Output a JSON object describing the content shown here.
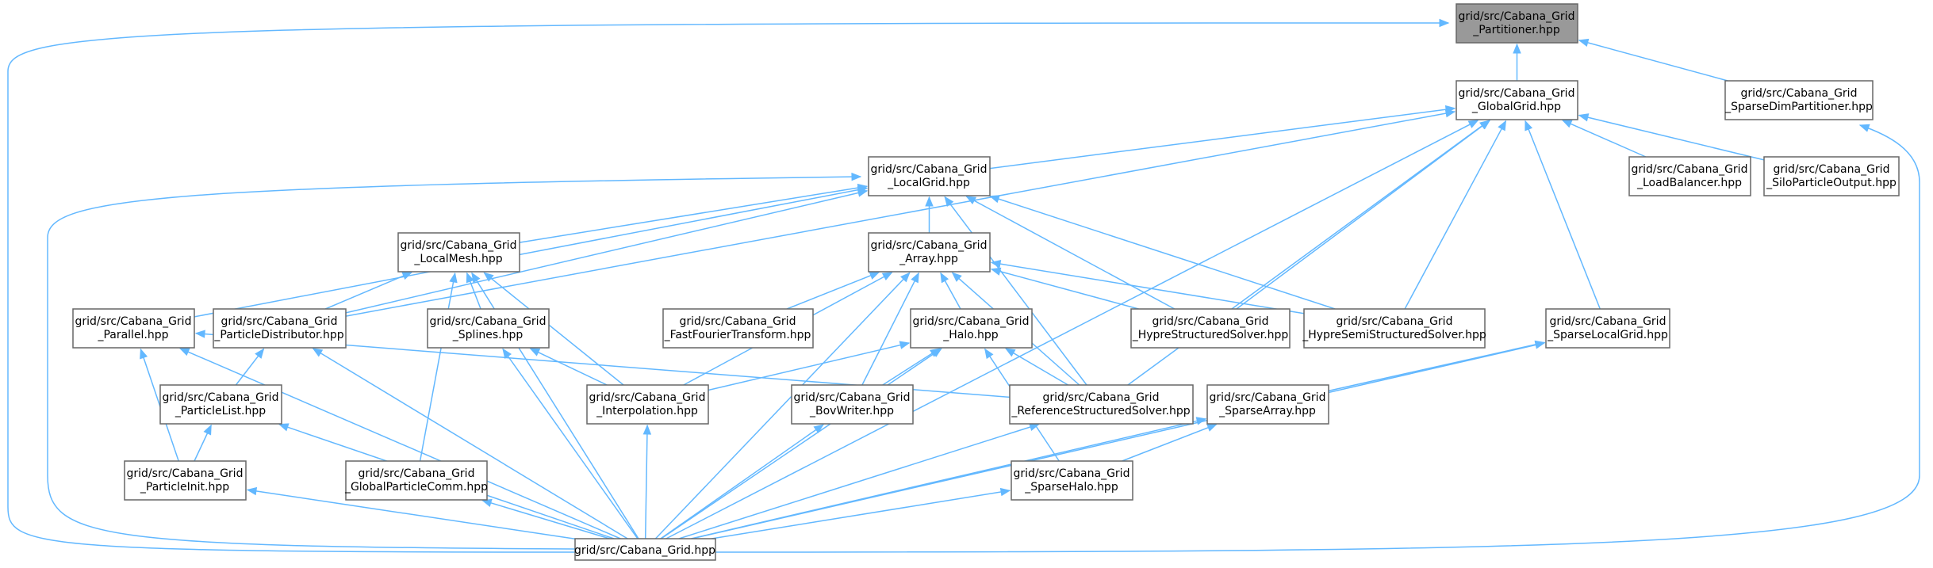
{
  "diagram": {
    "nodes": {
      "partitioner": {
        "line1": "grid/src/Cabana_Grid",
        "line2": "_Partitioner.hpp",
        "highlighted": true
      },
      "globalgrid": {
        "line1": "grid/src/Cabana_Grid",
        "line2": "_GlobalGrid.hpp"
      },
      "sparsedimpart": {
        "line1": "grid/src/Cabana_Grid",
        "line2": "_SparseDimPartitioner.hpp"
      },
      "localgrid": {
        "line1": "grid/src/Cabana_Grid",
        "line2": "_LocalGrid.hpp"
      },
      "loadbalancer": {
        "line1": "grid/src/Cabana_Grid",
        "line2": "_LoadBalancer.hpp"
      },
      "siloparticle": {
        "line1": "grid/src/Cabana_Grid",
        "line2": "_SiloParticleOutput.hpp"
      },
      "localmesh": {
        "line1": "grid/src/Cabana_Grid",
        "line2": "_LocalMesh.hpp"
      },
      "array": {
        "line1": "grid/src/Cabana_Grid",
        "line2": "_Array.hpp"
      },
      "parallel": {
        "line1": "grid/src/Cabana_Grid",
        "line2": "_Parallel.hpp"
      },
      "particledist": {
        "line1": "grid/src/Cabana_Grid",
        "line2": "_ParticleDistributor.hpp"
      },
      "splines": {
        "line1": "grid/src/Cabana_Grid",
        "line2": "_Splines.hpp"
      },
      "fft": {
        "line1": "grid/src/Cabana_Grid",
        "line2": "_FastFourierTransform.hpp"
      },
      "halo": {
        "line1": "grid/src/Cabana_Grid",
        "line2": "_Halo.hpp"
      },
      "hyprestruct": {
        "line1": "grid/src/Cabana_Grid",
        "line2": "_HypreStructuredSolver.hpp"
      },
      "hypresemi": {
        "line1": "grid/src/Cabana_Grid",
        "line2": "_HypreSemiStructuredSolver.hpp"
      },
      "sparselocalgrid": {
        "line1": "grid/src/Cabana_Grid",
        "line2": "_SparseLocalGrid.hpp"
      },
      "particlelist": {
        "line1": "grid/src/Cabana_Grid",
        "line2": "_ParticleList.hpp"
      },
      "interpolation": {
        "line1": "grid/src/Cabana_Grid",
        "line2": "_Interpolation.hpp"
      },
      "bovwriter": {
        "line1": "grid/src/Cabana_Grid",
        "line2": "_BovWriter.hpp"
      },
      "refstruct": {
        "line1": "grid/src/Cabana_Grid",
        "line2": "_ReferenceStructuredSolver.hpp"
      },
      "sparsearray": {
        "line1": "grid/src/Cabana_Grid",
        "line2": "_SparseArray.hpp"
      },
      "particleinit": {
        "line1": "grid/src/Cabana_Grid",
        "line2": "_ParticleInit.hpp"
      },
      "globalparticlecomm": {
        "line1": "grid/src/Cabana_Grid",
        "line2": "_GlobalParticleComm.hpp"
      },
      "sparsehalo": {
        "line1": "grid/src/Cabana_Grid",
        "line2": "_SparseHalo.hpp"
      },
      "grid": {
        "line1": "grid/src/Cabana_Grid.hpp",
        "line2": ""
      }
    },
    "edges": [
      [
        "globalgrid",
        "partitioner"
      ],
      [
        "sparsedimpart",
        "partitioner"
      ],
      [
        "grid",
        "partitioner"
      ],
      [
        "localgrid",
        "globalgrid"
      ],
      [
        "loadbalancer",
        "globalgrid"
      ],
      [
        "siloparticle",
        "globalgrid"
      ],
      [
        "particledist",
        "globalgrid"
      ],
      [
        "hyprestruct",
        "globalgrid"
      ],
      [
        "hypresemi",
        "globalgrid"
      ],
      [
        "sparselocalgrid",
        "globalgrid"
      ],
      [
        "refstruct",
        "globalgrid"
      ],
      [
        "grid",
        "globalgrid"
      ],
      [
        "grid",
        "sparsedimpart"
      ],
      [
        "localmesh",
        "localgrid"
      ],
      [
        "array",
        "localgrid"
      ],
      [
        "parallel",
        "localgrid"
      ],
      [
        "particledist",
        "localgrid"
      ],
      [
        "hyprestruct",
        "localgrid"
      ],
      [
        "hypresemi",
        "localgrid"
      ],
      [
        "refstruct",
        "localgrid"
      ],
      [
        "grid",
        "localgrid"
      ],
      [
        "particledist",
        "localmesh"
      ],
      [
        "splines",
        "localmesh"
      ],
      [
        "interpolation",
        "localmesh"
      ],
      [
        "globalparticlecomm",
        "localmesh"
      ],
      [
        "grid",
        "localmesh"
      ],
      [
        "fft",
        "array"
      ],
      [
        "halo",
        "array"
      ],
      [
        "hyprestruct",
        "array"
      ],
      [
        "hypresemi",
        "array"
      ],
      [
        "interpolation",
        "array"
      ],
      [
        "bovwriter",
        "array"
      ],
      [
        "refstruct",
        "array"
      ],
      [
        "grid",
        "array"
      ],
      [
        "refstruct",
        "parallel"
      ],
      [
        "particleinit",
        "parallel"
      ],
      [
        "grid",
        "parallel"
      ],
      [
        "particlelist",
        "particledist"
      ],
      [
        "grid",
        "particledist"
      ],
      [
        "interpolation",
        "splines"
      ],
      [
        "grid",
        "splines"
      ],
      [
        "interpolation",
        "halo"
      ],
      [
        "bovwriter",
        "halo"
      ],
      [
        "refstruct",
        "halo"
      ],
      [
        "sparsehalo",
        "halo"
      ],
      [
        "grid",
        "halo"
      ],
      [
        "sparsearray",
        "sparselocalgrid"
      ],
      [
        "grid",
        "sparselocalgrid"
      ],
      [
        "particleinit",
        "particlelist"
      ],
      [
        "grid",
        "particlelist"
      ],
      [
        "grid",
        "interpolation"
      ],
      [
        "grid",
        "bovwriter"
      ],
      [
        "grid",
        "refstruct"
      ],
      [
        "sparsehalo",
        "sparsearray"
      ],
      [
        "grid",
        "sparsearray"
      ],
      [
        "grid",
        "particleinit"
      ],
      [
        "grid",
        "globalparticlecomm"
      ],
      [
        "grid",
        "sparsehalo"
      ]
    ]
  }
}
